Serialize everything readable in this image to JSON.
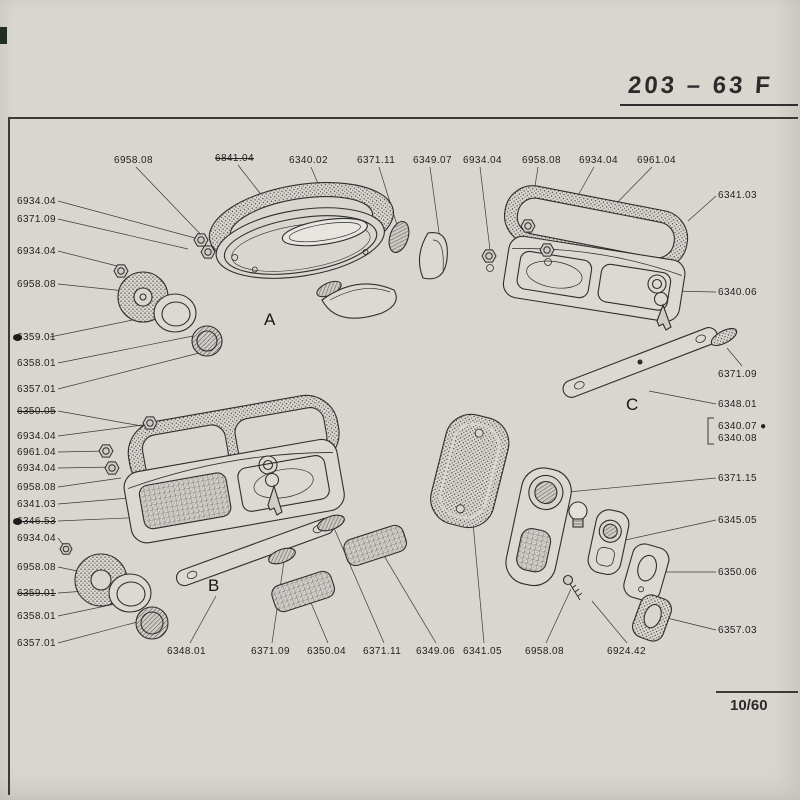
{
  "page": {
    "header": "203 – 63 F",
    "page_number": "10/60"
  },
  "section_letters": {
    "a": "A",
    "b": "B",
    "c": "C"
  },
  "colors": {
    "paper": "#d9d6d0",
    "ink": "#2e2e2e"
  },
  "callouts": {
    "top": [
      "6958.08",
      "6841.04",
      "6340.02",
      "6371.11",
      "6349.07",
      "6934.04",
      "6958.08",
      "6934.04",
      "6961.04"
    ],
    "left": [
      "6934.04",
      "6371.09",
      "6934.04",
      "6958.08",
      "6359.01",
      "6358.01",
      "6357.01",
      "6350.05",
      "6934.04",
      "6961.04",
      "6934.04",
      "6958.08",
      "6341.03",
      "6346.53",
      "6934.04",
      "6958.08",
      "6359.01",
      "6358.01",
      "6357.01"
    ],
    "right": [
      "6341.03",
      "6340.06",
      "6371.09",
      "6348.01",
      "6340.07 ●",
      "6340.08",
      "6371.15",
      "6345.05",
      "6350.06",
      "6357.03"
    ],
    "bottom": [
      "6348.01",
      "6371.09",
      "6350.04",
      "6371.11",
      "6349.06",
      "6341.05",
      "6958.08",
      "6924.42"
    ]
  }
}
